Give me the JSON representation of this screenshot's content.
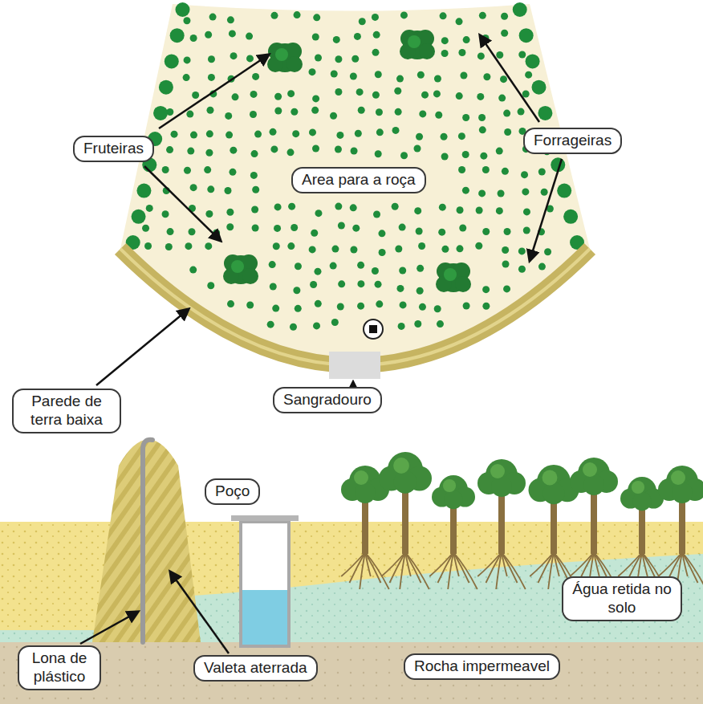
{
  "diagram": {
    "nodes": [
      {
        "text": [
          "Fruteiras"
        ]
      },
      {
        "text": [
          "Forrageiras"
        ]
      },
      {
        "text": [
          "Area para a roça"
        ]
      },
      {
        "text": [
          "Parede de terra baixa"
        ]
      },
      {
        "text": [
          "Sangradouro"
        ]
      },
      {
        "text": [
          "Poço"
        ]
      },
      {
        "text": [
          "Água retida no solo"
        ]
      },
      {
        "text": [
          "Lona de plástico"
        ]
      },
      {
        "text": [
          "Valeta aterrada"
        ]
      },
      {
        "text": [
          "Rocha impermeavel"
        ]
      }
    ]
  }
}
